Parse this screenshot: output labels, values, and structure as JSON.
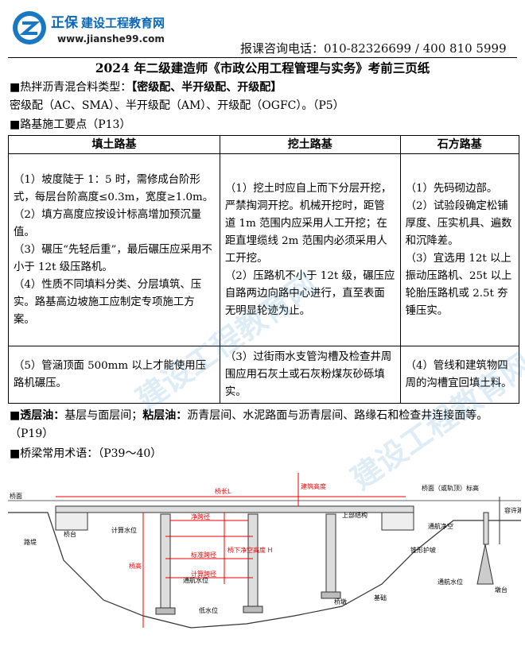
{
  "header": {
    "brand_name": "正保",
    "brand_sub": "建设工程教育网",
    "site": "www.jianshe99.com",
    "contact": "报课咨询电话：010-82326699 / 400 810 5999",
    "brand_color": "#0a67b5"
  },
  "title": "2024 年二级建造师《市政公用工程管理与实务》考前三页纸",
  "section1": {
    "heading_prefix": "■热拌沥青混合料类型：",
    "heading_bold": "【密级配、半开级配、开级配】",
    "body": "密级配（AC、SMA）、半开级配（AM）、开级配（OGFC）。（P5）"
  },
  "section2": {
    "heading": "■路基施工要点（P13）",
    "columns": [
      "填土路基",
      "挖土路基",
      "石方路基"
    ],
    "row1": {
      "fill": [
        "（1）坡度陡于 1：5 时，需修成台阶形式，每层台阶高度≤0.3m，宽度≥1.0m。",
        "（2）填方高度应按设计标高增加预沉量值。",
        "（3）碾压“先轻后重”，最后碾压应采用不小于 12t 级压路机。",
        "（4）性质不同填料分类、分层填筑、压实。路基高边坡施工应制定专项施工方案。"
      ],
      "cut": [
        "（1）挖土时应自上而下分层开挖，严禁掏洞开挖。机械开挖时，距管道 1m 范围内应采用人工开挖；在距直埋缆线 2m 范围内必须采用人工开挖。",
        "（2）压路机不小于 12t 级，碾压应自路两边向路中心进行，直至表面无明显轮迹为止。"
      ],
      "rock": [
        "（1）先码砌边部。",
        "（2）试验段确定松铺厚度、压实机具、遍数和沉降差。",
        "（3）宜选用 12t 以上振动压路机、25t 以上轮胎压路机或 2.5t 夯锤压实。"
      ]
    },
    "row2": {
      "fill": "（5）管涵顶面 500mm 以上才能使用压路机碾压。",
      "cut": "（3）过街雨水支管沟槽及检查井周围应用石灰土或石灰粉煤灰砂砾填实。",
      "rock": "（4）管线和建筑物四周的沟槽宜回填土料。"
    }
  },
  "section3": {
    "prime_label": "■透层油：",
    "prime_text": "基层与面层间；",
    "tack_label": "粘层油：",
    "tack_text": "沥青层间、水泥路面与沥青层间、路缘石和检查井连接面等。（P19）"
  },
  "section4": {
    "heading": "■桥梁常用术语：（P39～40）"
  },
  "diagram": {
    "labels": {
      "bridge_deck": "桥面",
      "bridge_length": "桥长L",
      "abutment": "桥台",
      "embankment": "路堤",
      "design_water": "计算水位",
      "nav_water": "通航水位",
      "low_water": "低水位",
      "pier": "桥墩",
      "foundation": "基础",
      "superstructure": "上部结构",
      "clear_span": "净跨径",
      "standard_span": "标准跨径",
      "design_span": "计算跨径",
      "bridge_height": "桥高",
      "under_clearance": "桥下净空高度 H",
      "building_height": "建筑高度",
      "nav_clearance": "通航净空",
      "cone_slope": "锥形护坡",
      "deck_elev": "桥面（或轨顶）标高",
      "allow_height": "容许建筑高度",
      "nav_water2": "通航水位",
      "pier_label2": "墩台"
    }
  }
}
